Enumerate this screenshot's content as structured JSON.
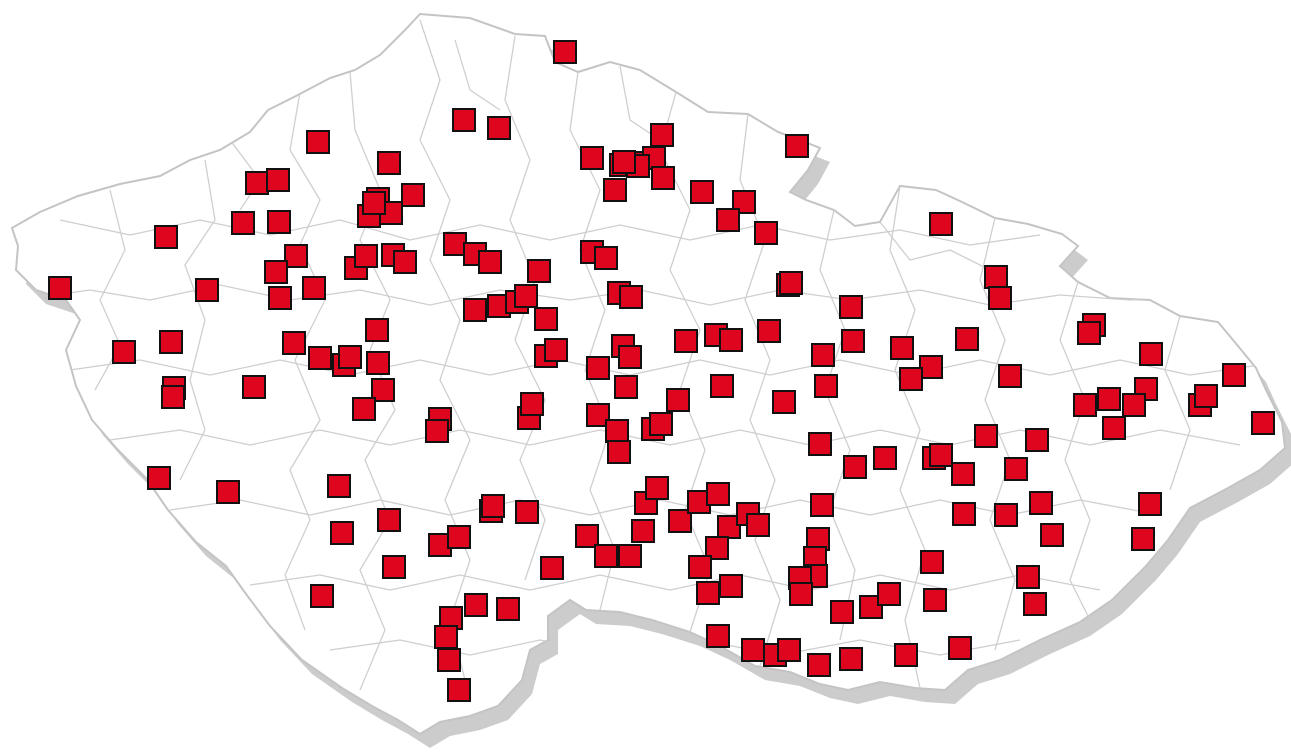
{
  "map": {
    "region": "Czech Republic",
    "colors": {
      "land": "#ffffff",
      "shadow": "#cccccc",
      "border": "#c7c7c7",
      "marker_fill": "#e0051f",
      "marker_stroke": "#111111"
    },
    "marker_shape": "square",
    "marker_count": 187
  }
}
